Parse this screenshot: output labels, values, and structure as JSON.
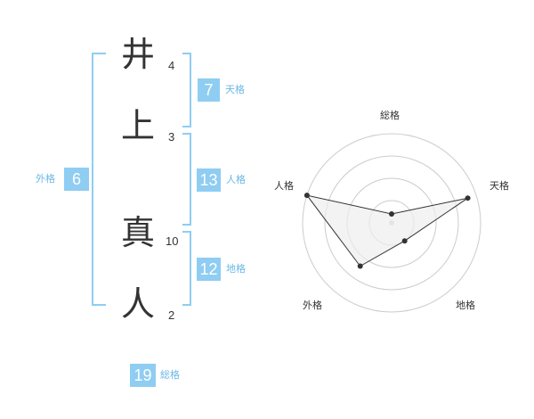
{
  "name_chars": [
    {
      "char": "井",
      "strokes": "4"
    },
    {
      "char": "上",
      "strokes": "3"
    },
    {
      "char": "真",
      "strokes": "10"
    },
    {
      "char": "人",
      "strokes": "2"
    }
  ],
  "kaku": {
    "ten": {
      "value": "7",
      "label": "天格"
    },
    "jin": {
      "value": "13",
      "label": "人格"
    },
    "chi": {
      "value": "12",
      "label": "地格"
    },
    "gai": {
      "value": "6",
      "label": "外格"
    },
    "sou": {
      "value": "19",
      "label": "総格"
    }
  },
  "colors": {
    "accent": "#8fcdf2",
    "accent_text": "#6ab8e6",
    "kanji": "#333333",
    "radar_grid": "#cccccc",
    "radar_fill": "#eeeeee"
  },
  "chart_data": {
    "type": "radar",
    "axes": [
      "総格",
      "天格",
      "地格",
      "外格",
      "人格"
    ],
    "values": [
      0.1,
      0.9,
      0.25,
      0.6,
      1.0
    ],
    "rings": 4,
    "max": 1.0
  }
}
